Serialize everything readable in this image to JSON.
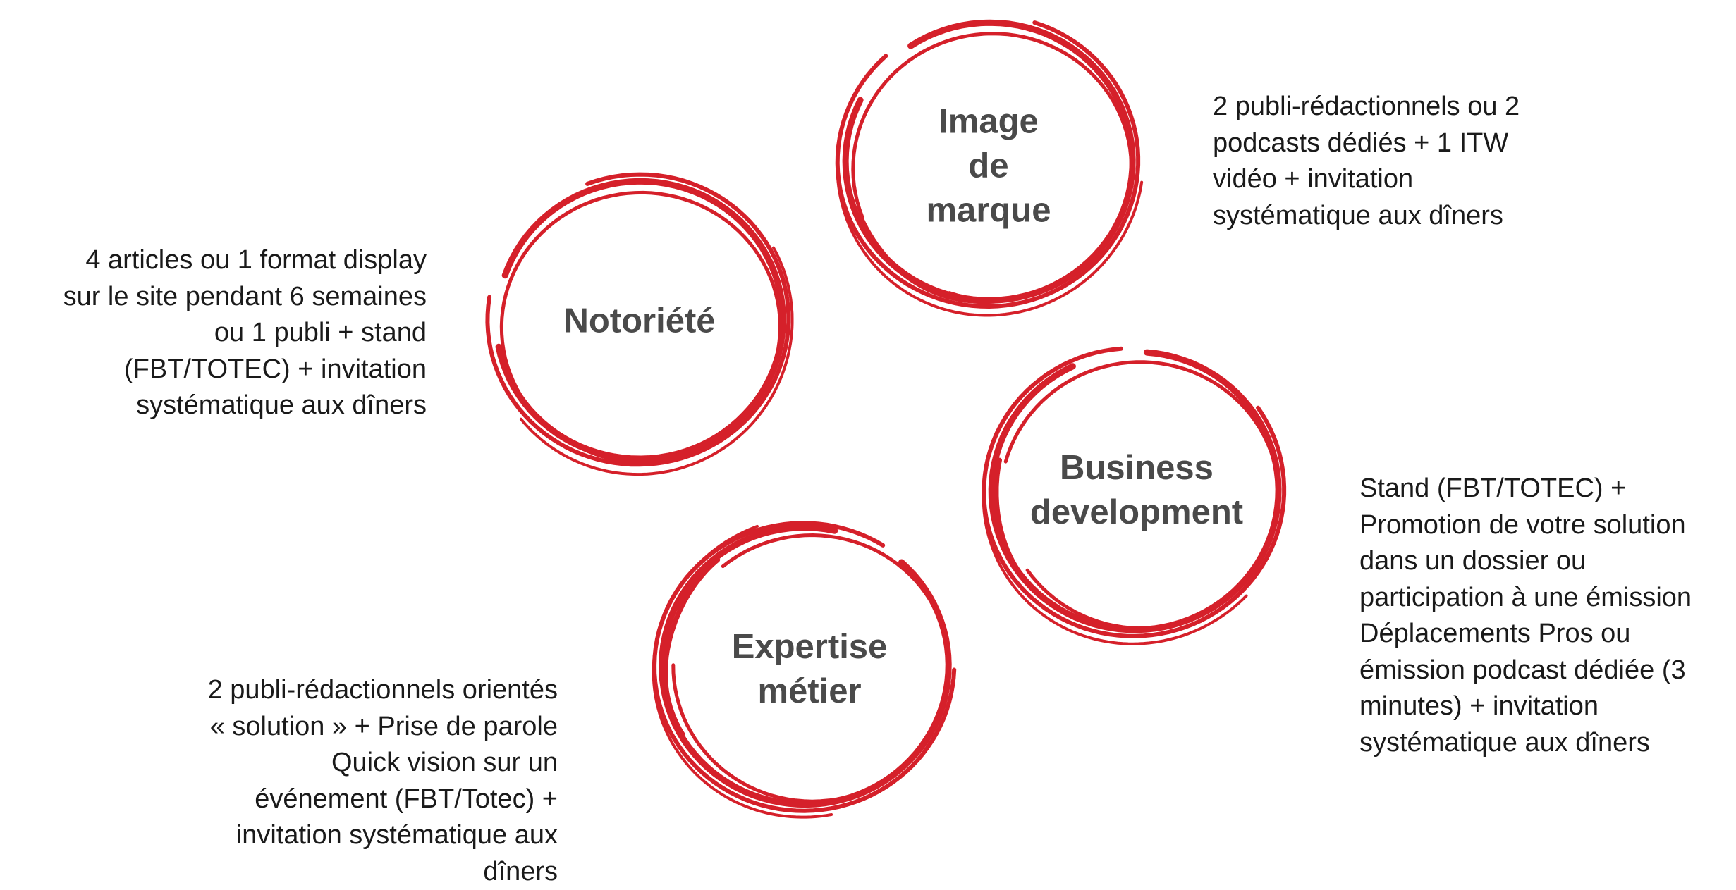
{
  "colors": {
    "ring": "#d5202a",
    "title": "#4a4a4a",
    "text": "#1a1a1a"
  },
  "items": [
    {
      "id": "notoriete",
      "title": "Notoriété",
      "description": "4 articles ou 1 format display\nsur le site pendant 6 semaines\nou 1 publi + stand\n(FBT/TOTEC) + invitation\nsystématique aux dîners"
    },
    {
      "id": "image-de-marque",
      "title": "Image\nde\nmarque",
      "description": "2 publi-rédactionnels ou 2\npodcasts dédiés + 1 ITW\nvidéo + invitation\nsystématique aux dîners"
    },
    {
      "id": "business-development",
      "title": "Business\ndevelopment",
      "description": "Stand (FBT/TOTEC) +\nPromotion de votre solution\ndans un dossier ou\nparticipation à une émission\nDéplacements Pros ou\némission podcast dédiée (3\nminutes) + invitation\nsystématique aux dîners"
    },
    {
      "id": "expertise-metier",
      "title": "Expertise\nmétier",
      "description": "2 publi-rédactionnels orientés\n« solution » + Prise de parole\nQuick vision sur un\névénement (FBT/Totec) +\ninvitation systématique aux\ndîners"
    }
  ]
}
